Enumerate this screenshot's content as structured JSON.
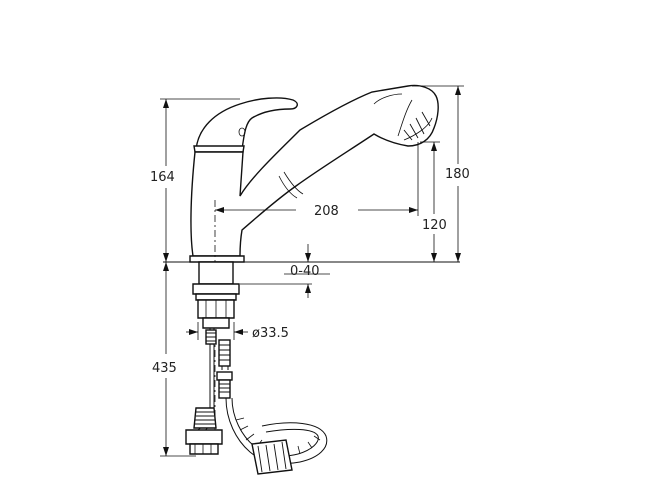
{
  "dimensions": {
    "height_left": "164",
    "height_right": "180",
    "reach": "208",
    "spout_height": "120",
    "adjust": "0-40",
    "diameter": "ø33.5",
    "hose_length": "435"
  }
}
